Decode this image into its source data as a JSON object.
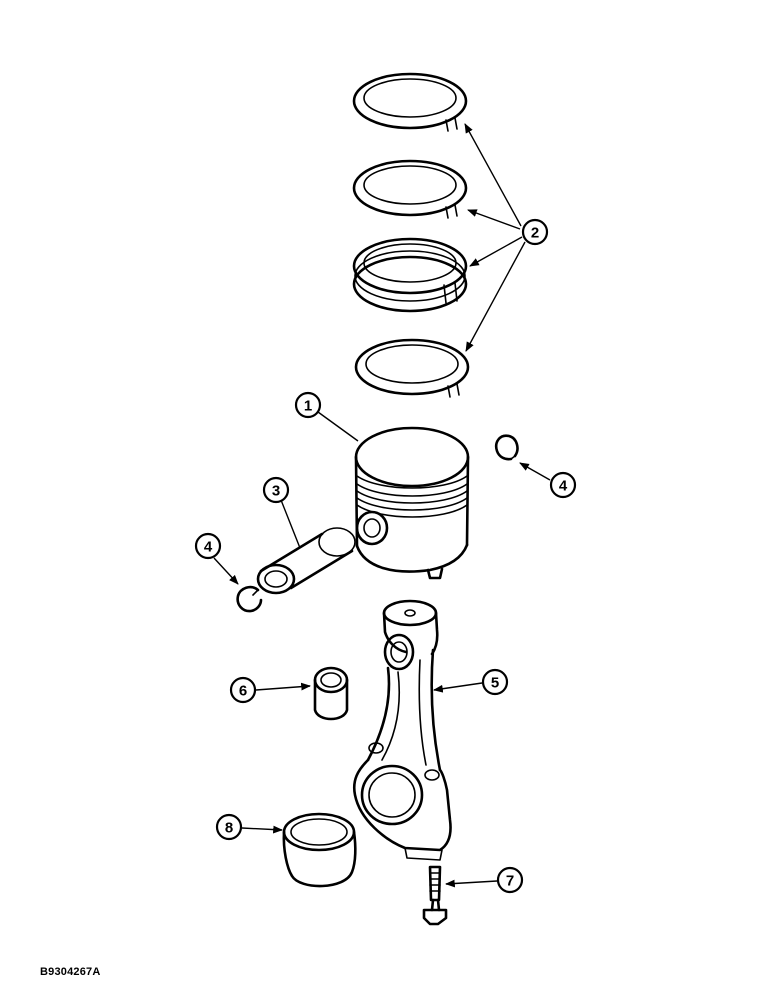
{
  "figure_id": "B9304267A",
  "callouts": {
    "c1": "1",
    "c2": "2",
    "c3": "3",
    "c4a": "4",
    "c4b": "4",
    "c5": "5",
    "c6": "6",
    "c7": "7",
    "c8": "8"
  }
}
